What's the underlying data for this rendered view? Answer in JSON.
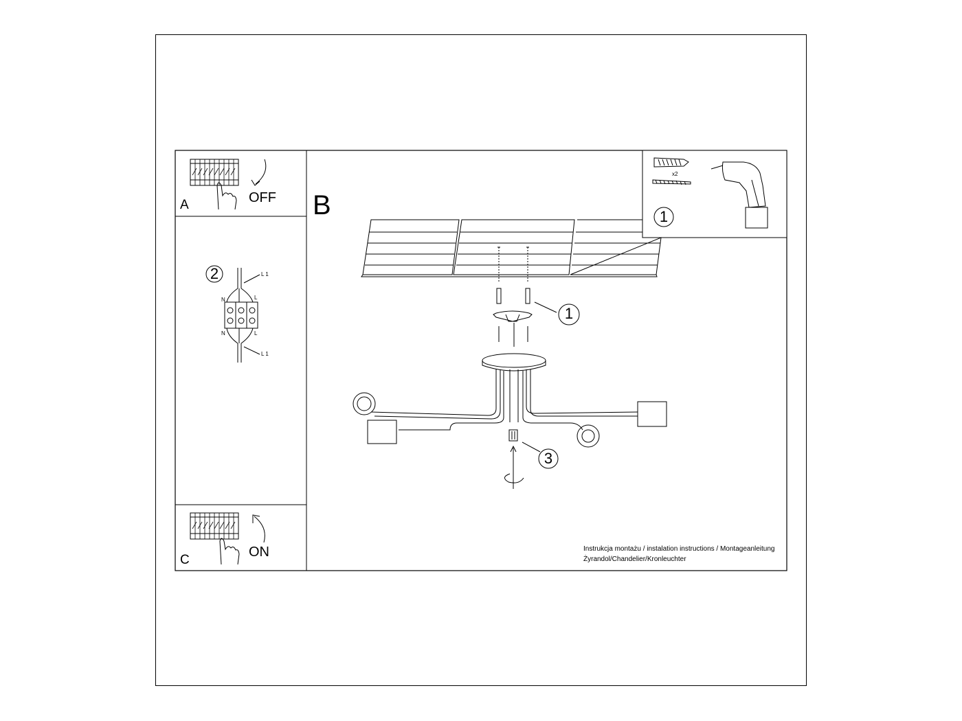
{
  "panels": {
    "a": {
      "letter": "A",
      "state": "OFF"
    },
    "b": {
      "letter": "B"
    },
    "c": {
      "letter": "C",
      "state": "ON"
    }
  },
  "callouts": {
    "drill_step": "1",
    "bracket_step": "1",
    "wiring_step": "2",
    "screw_step": "3"
  },
  "tools": {
    "anchor_count": "x2"
  },
  "wiring": {
    "top_phase": "L 1",
    "bottom_phase": "L 1",
    "neutral": "N",
    "live": "L"
  },
  "footer": {
    "line1": "Instrukcja montażu / instalation instructions / Montageanleitung",
    "line2": "Żyrandol/Chandelier/Kronleuchter"
  }
}
